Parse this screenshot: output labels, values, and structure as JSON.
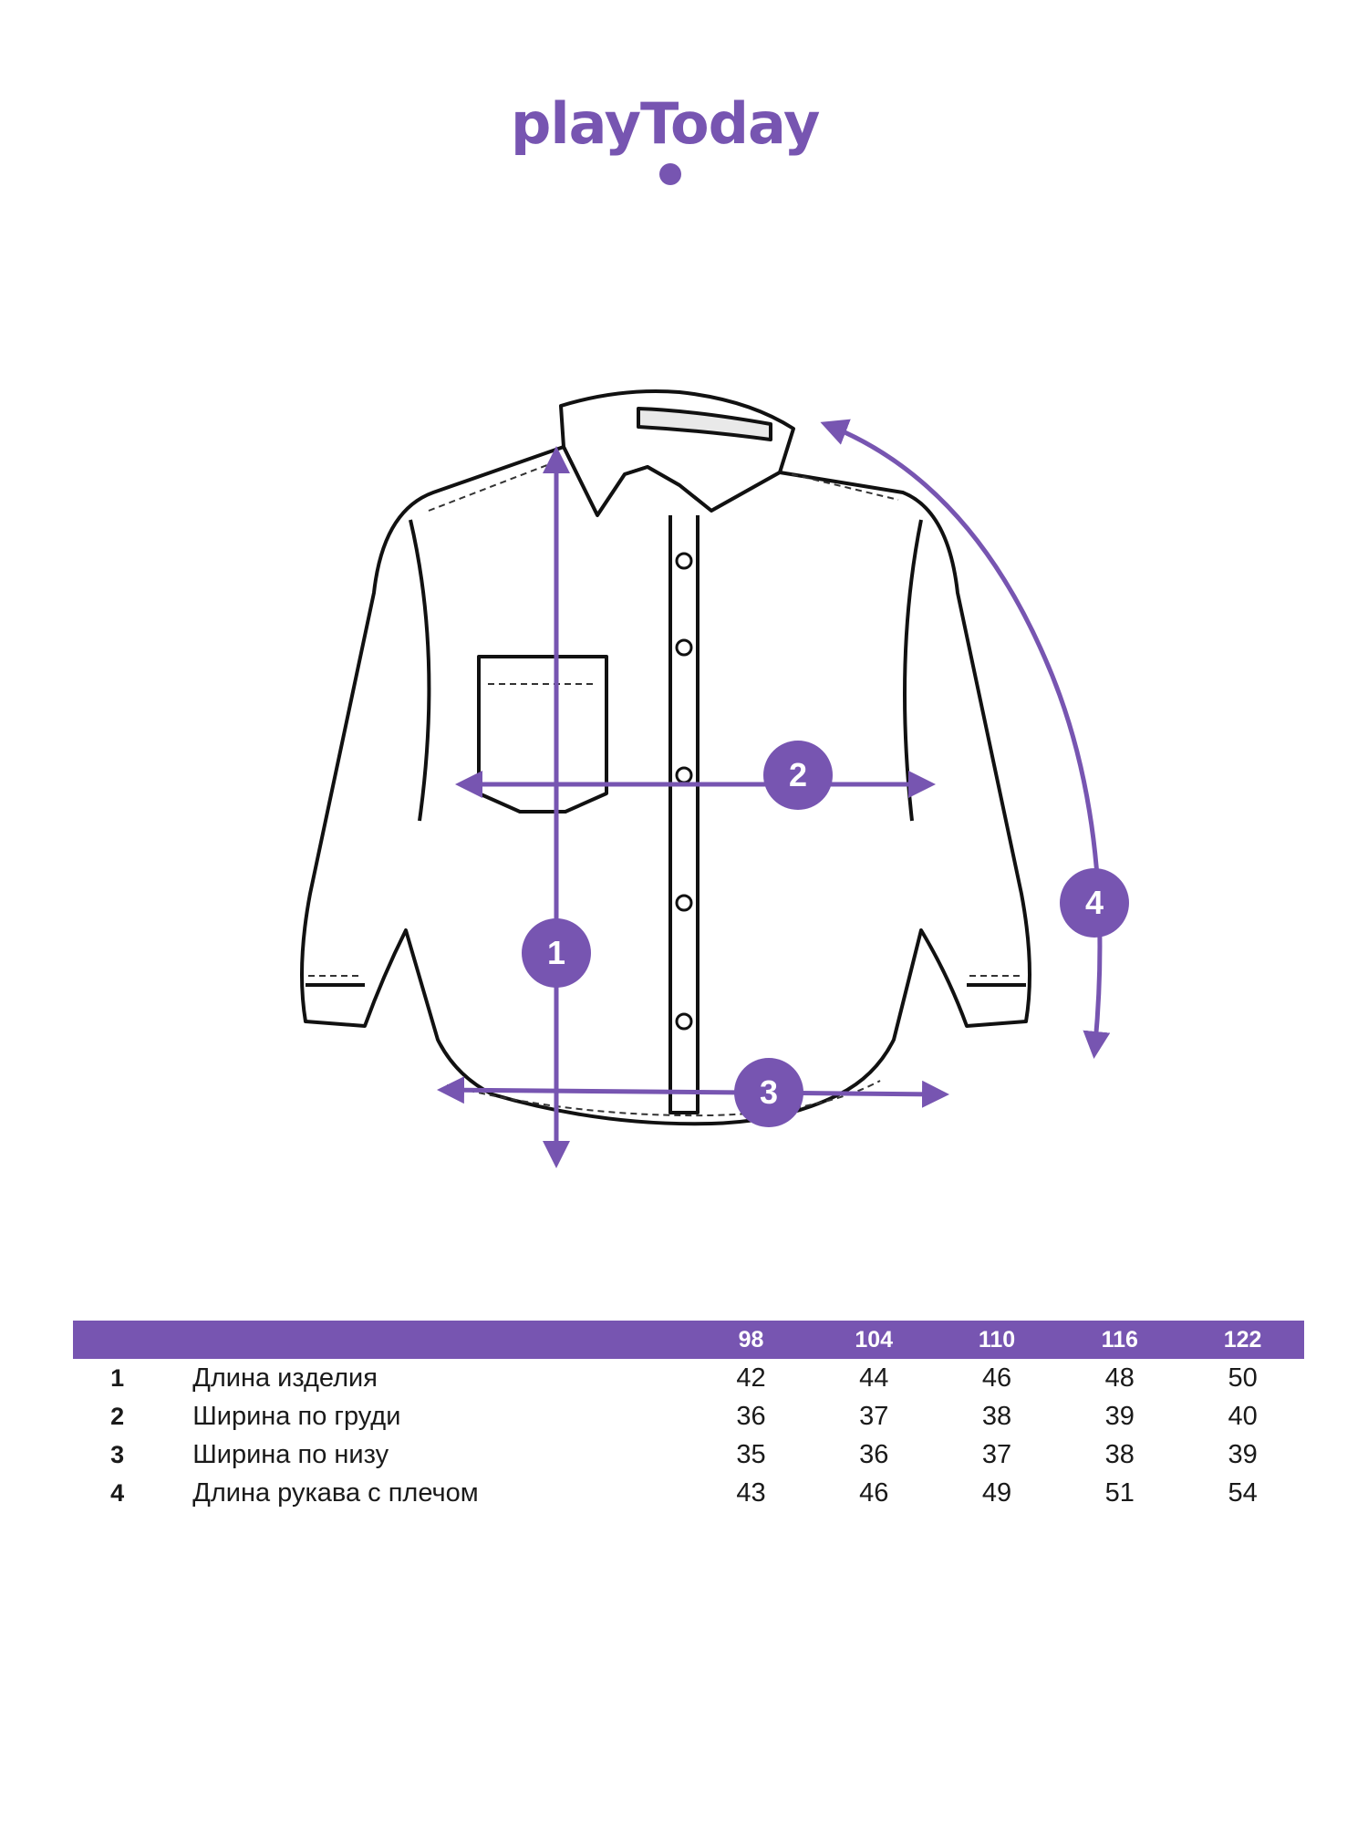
{
  "brand": {
    "logo_text": "playToday",
    "accent": "#7755b1"
  },
  "diagram": {
    "markers": [
      "1",
      "2",
      "3",
      "4"
    ]
  },
  "table": {
    "sizes": [
      "98",
      "104",
      "110",
      "116",
      "122"
    ],
    "rows": [
      {
        "num": "1",
        "label": "Длина изделия",
        "values": [
          "42",
          "44",
          "46",
          "48",
          "50"
        ]
      },
      {
        "num": "2",
        "label": "Ширина по груди",
        "values": [
          "36",
          "37",
          "38",
          "39",
          "40"
        ]
      },
      {
        "num": "3",
        "label": "Ширина по низу",
        "values": [
          "35",
          "36",
          "37",
          "38",
          "39"
        ]
      },
      {
        "num": "4",
        "label": "Длина рукава с плечом",
        "values": [
          "43",
          "46",
          "49",
          "51",
          "54"
        ]
      }
    ]
  }
}
